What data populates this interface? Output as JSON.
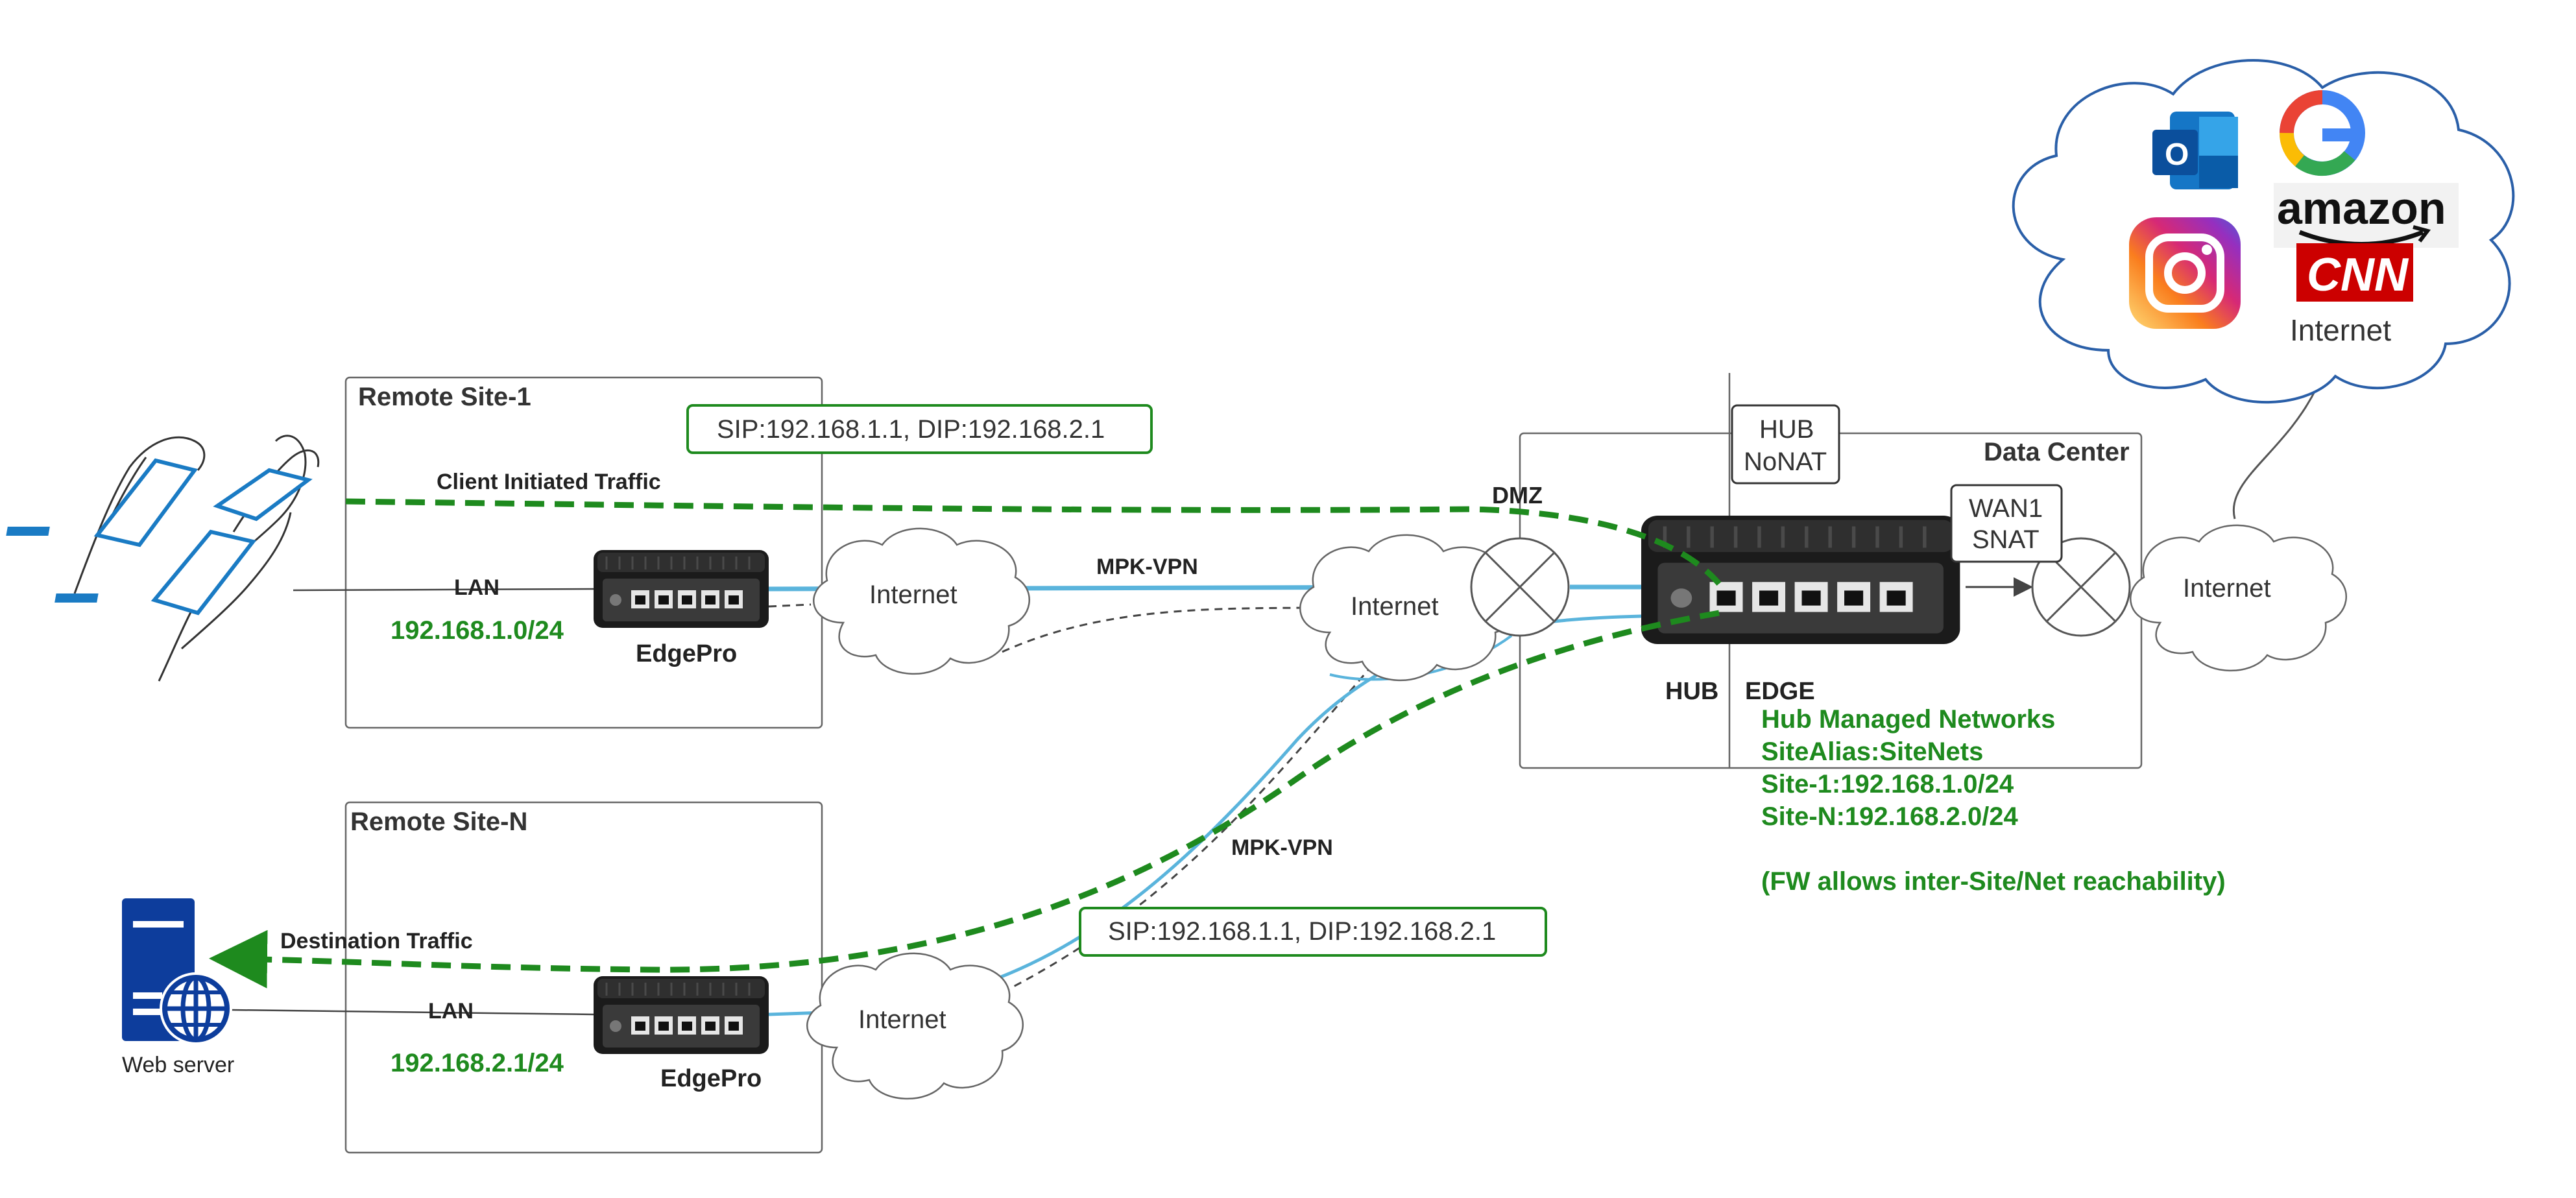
{
  "remote_site_1": {
    "title": "Remote Site-1",
    "lan_label": "LAN",
    "subnet": "192.168.1.0/24",
    "device_label": "EdgePro",
    "internet_label": "Internet",
    "traffic_label": "Client Initiated Traffic"
  },
  "remote_site_n": {
    "title": "Remote Site-N",
    "lan_label": "LAN",
    "subnet": "192.168.2.1/24",
    "device_label": "EdgePro",
    "internet_label": "Internet",
    "traffic_label": "Destination Traffic"
  },
  "web_server_label": "Web server",
  "packet_box_1": "SIP:192.168.1.1, DIP:192.168.2.1",
  "packet_box_2": "SIP:192.168.1.1, DIP:192.168.2.1",
  "vpn_label_top": "MPK-VPN",
  "vpn_label_bottom": "MPK-VPN",
  "middle_internet_label": "Internet",
  "data_center": {
    "title": "Data Center",
    "dmz_label": "DMZ",
    "hub_label": "HUB",
    "edge_label": "EDGE",
    "hub_nonat": [
      "HUB",
      "NoNAT"
    ],
    "wan1_snat": [
      "WAN1",
      "SNAT"
    ],
    "right_internet_label": "Internet"
  },
  "hub_networks": {
    "lines": [
      "Hub Managed Networks",
      "SiteAlias:SiteNets",
      "Site-1:192.168.1.0/24",
      "Site-N:192.168.2.0/24"
    ],
    "note": "(FW allows inter-Site/Net reachability)"
  },
  "cloud_apps": {
    "internet_label": "Internet",
    "outlook_letter": "O",
    "google_letter": "G",
    "amazon_label": "amazon",
    "cnn_label": "CNN"
  },
  "colors": {
    "green_accent": "#1e8a1e",
    "vpn_blue": "#5ab4dc",
    "cloud_border": "#2a5fa8",
    "device_dark": "#1b1b1b",
    "web_server_blue": "#0d3d9c"
  }
}
